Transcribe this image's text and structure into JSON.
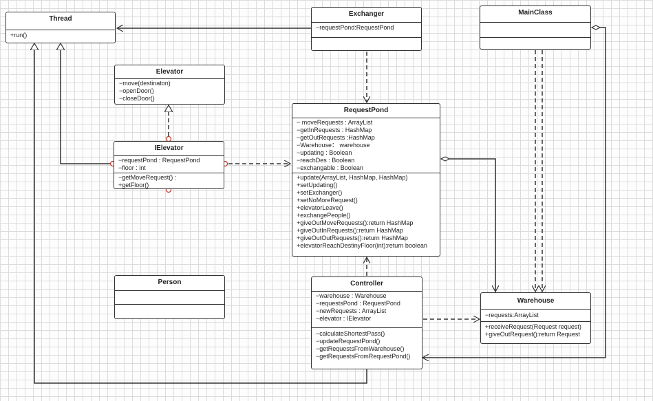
{
  "classes": {
    "thread": {
      "name": "Thread",
      "attributes": [],
      "operations": [
        "+run()"
      ]
    },
    "exchanger": {
      "name": "Exchanger",
      "attributes": [
        "−requestPond:RequestPond"
      ],
      "operations": []
    },
    "mainclass": {
      "name": "MainClass",
      "attributes": [],
      "operations": []
    },
    "elevator": {
      "name": "Elevator",
      "attributes": [],
      "operations": [
        "−move(destinaton)",
        "−openDoor()",
        "−closeDoor()"
      ]
    },
    "ielevator": {
      "name": "IElevator",
      "attributes": [
        "−requestPond : RequestPond",
        "−floor : int"
      ],
      "operations": [
        "−getMoveRequest() :",
        "+getFloor()"
      ]
    },
    "requestpond": {
      "name": "RequestPond",
      "attributes": [
        "− moveRequests : ArrayList",
        "−getInRequests : HashMap",
        "−getOutRequests :HashMap",
        "−Warehouse： warehouse",
        "−updating : Boolean",
        "−reachDes : Boolean",
        "−exchangable : Boolean"
      ],
      "operations": [
        "+update(ArrayList, HashMap, HashMap)",
        "+setUpdating()",
        "+setExchanger()",
        "+setNoMoreRequest()",
        "+elevatorLeave()",
        "+exchangePeople()",
        "+giveOutMoveRequests():return HashMap",
        "+giveOutInRequests():return HashMap",
        "+giveOutOutRequests():return HashMap",
        "+elevatorReachDestinyFloor(int):return boolean"
      ]
    },
    "person": {
      "name": "Person",
      "attributes": [],
      "operations": []
    },
    "controller": {
      "name": "Controller",
      "attributes": [
        "−warehouse : Warehouse",
        "−requestsPond : RequestPond",
        "−newRequests : ArrayList",
        "−elevator : IElevator"
      ],
      "operations": [
        "−calculateShortestPass()",
        "−updateRequestPond()",
        "−getRequestsFromWarehouse()",
        "−getRequestsFromRequestPond()"
      ]
    },
    "warehouse": {
      "name": "Warehouse",
      "attributes": [
        "−requests:ArrayList"
      ],
      "operations": [
        "+receiveRequest(Request request)",
        "+giveOutRequest():return Request"
      ]
    }
  },
  "colors": {
    "line": "#333333",
    "lollipop": "#c0392b",
    "grid": "#dcdcdc"
  }
}
